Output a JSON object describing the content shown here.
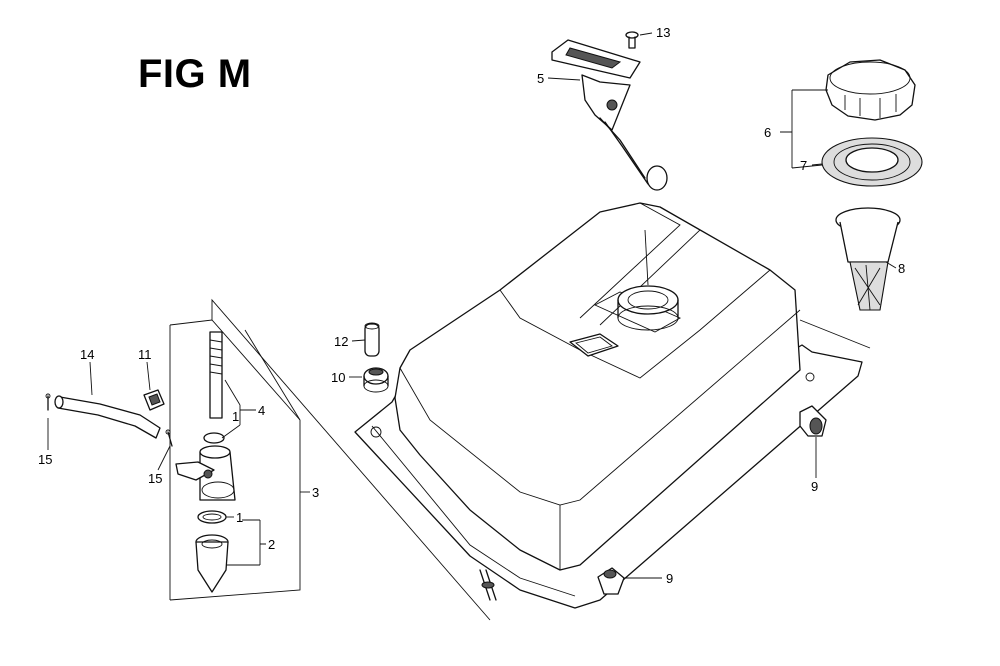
{
  "figure": {
    "title": "FIG M"
  },
  "callouts": [
    {
      "id": "c13",
      "text": "13"
    },
    {
      "id": "c5",
      "text": "5"
    },
    {
      "id": "c6",
      "text": "6"
    },
    {
      "id": "c7",
      "text": "7"
    },
    {
      "id": "c8",
      "text": "8"
    },
    {
      "id": "c12",
      "text": "12"
    },
    {
      "id": "c10",
      "text": "10"
    },
    {
      "id": "c14",
      "text": "14"
    },
    {
      "id": "c11",
      "text": "11"
    },
    {
      "id": "c4",
      "text": "4"
    },
    {
      "id": "c1a",
      "text": "1"
    },
    {
      "id": "c15a",
      "text": "15"
    },
    {
      "id": "c15b",
      "text": "15"
    },
    {
      "id": "c3",
      "text": "3"
    },
    {
      "id": "c1b",
      "text": "1"
    },
    {
      "id": "c2",
      "text": "2"
    },
    {
      "id": "c9a",
      "text": "9"
    },
    {
      "id": "c9b",
      "text": "9"
    }
  ]
}
